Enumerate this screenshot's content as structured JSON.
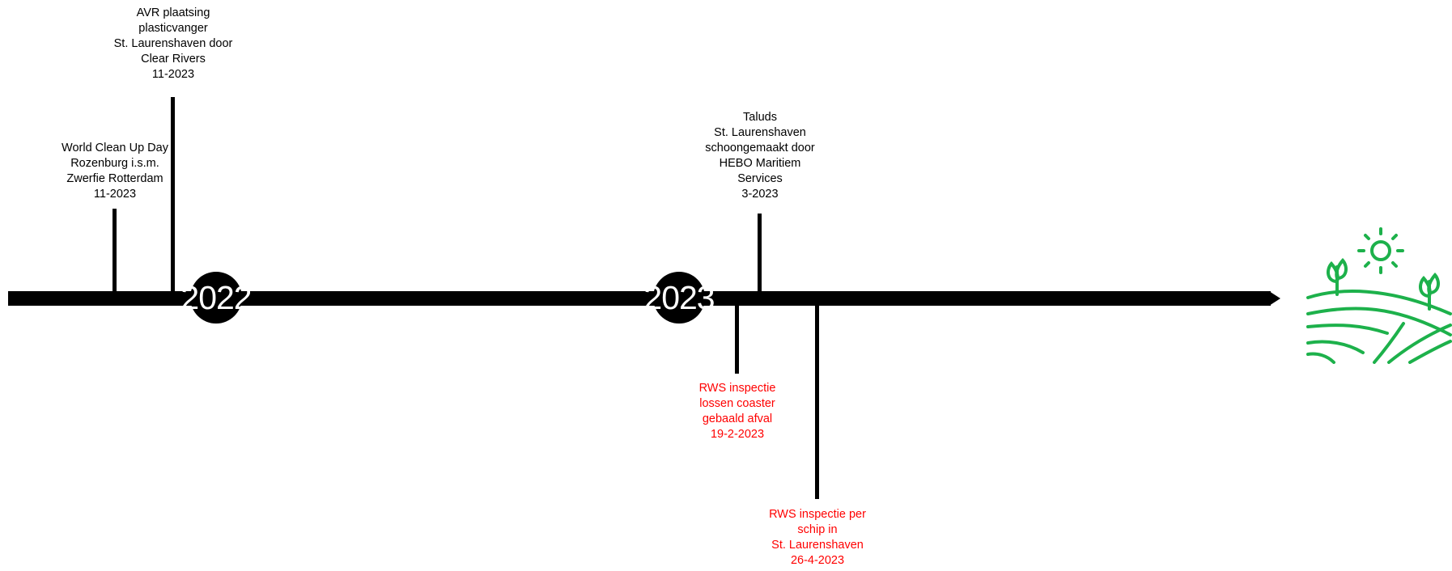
{
  "colors": {
    "timeline": "#000000",
    "past_event_text": "#000000",
    "inspection_text": "#ff0000",
    "icon": "#1db14b"
  },
  "years": [
    "2022",
    "2023"
  ],
  "events": [
    {
      "lines": [
        "World Clean Up Day",
        "Rozenburg i.s.m.",
        "Zwerfie Rotterdam",
        "11-2023"
      ]
    },
    {
      "lines": [
        "AVR plaatsing",
        "plasticvanger",
        "St. Laurenshaven door",
        "Clear Rivers",
        "11-2023"
      ]
    },
    {
      "lines": [
        "Taluds",
        "St. Laurenshaven",
        "schoongemaakt door",
        "HEBO Maritiem",
        "Services",
        "3-2023"
      ]
    },
    {
      "lines": [
        "RWS inspectie",
        "lossen coaster",
        "gebaald afval",
        "19-2-2023"
      ]
    },
    {
      "lines": [
        "RWS inspectie per",
        "schip in",
        "St. Laurenshaven",
        "26-4-2023"
      ]
    }
  ],
  "icon": "farm-landscape-sun-icon"
}
